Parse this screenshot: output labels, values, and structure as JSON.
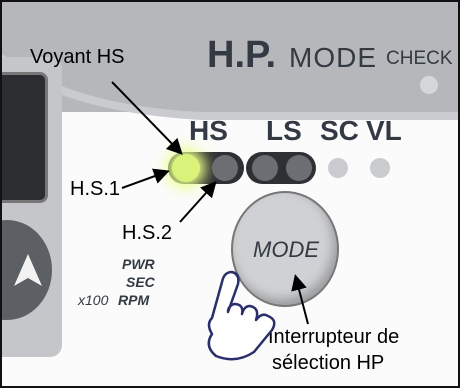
{
  "header": {
    "hp": "H.P.",
    "mode": "MODE",
    "check": "CHECK"
  },
  "indicators": {
    "hs": "HS",
    "ls": "LS",
    "sc": "SC",
    "vl": "VL"
  },
  "callouts": {
    "voyant_hs": "Voyant HS",
    "hs1": "H.S.1",
    "hs2": "H.S.2",
    "switch_line1": "Interrupteur de",
    "switch_line2": "sélection HP"
  },
  "mode_button": {
    "label": "MODE"
  },
  "left_labels": {
    "pwr": "PWR",
    "sec": "SEC",
    "rpm_prefix": "x100",
    "rpm": "RPM"
  },
  "colors": {
    "panel_top": "#b5b7ba",
    "led_on": "#d8f27a",
    "led_off": "#6b6f74",
    "label_dark": "#333a44"
  }
}
